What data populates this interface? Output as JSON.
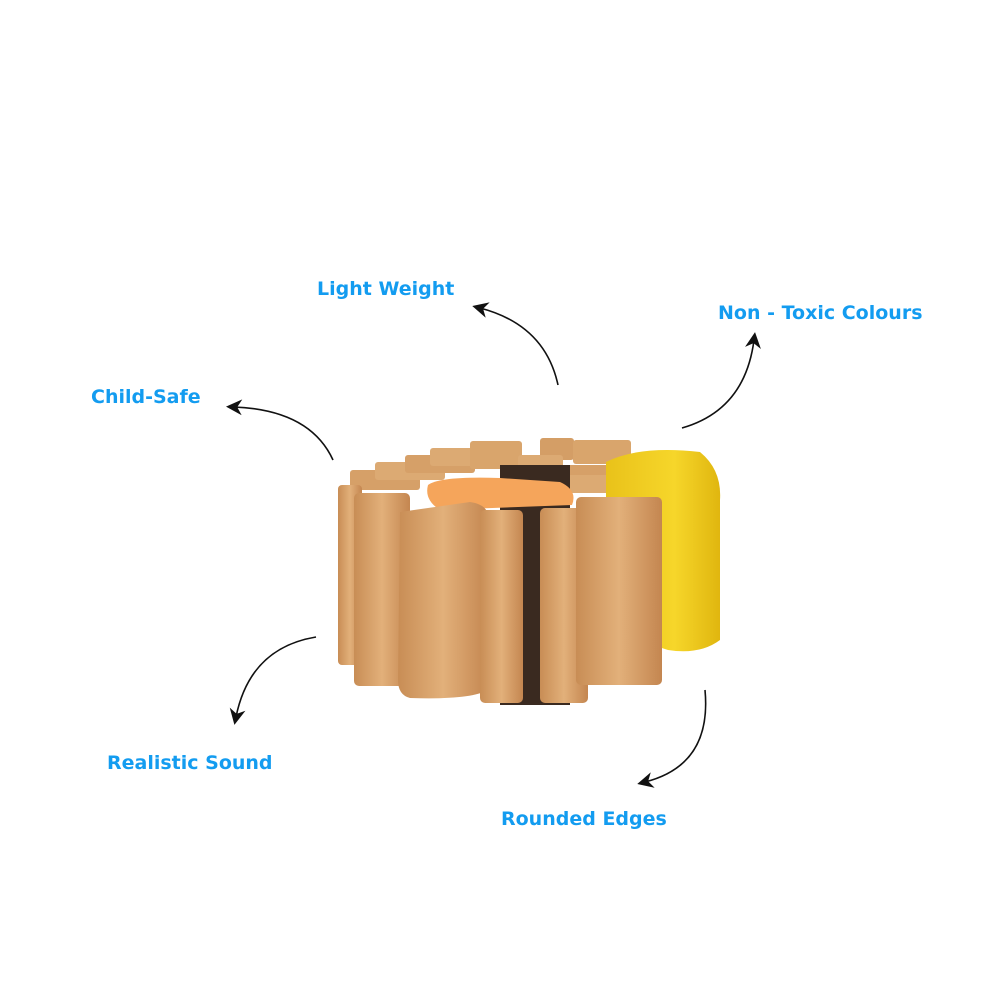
{
  "colors": {
    "label": "#139cf0",
    "arrow": "#111111",
    "wood": "#d9a56c",
    "wood_dark": "#b57d45",
    "yellow": "#f2cf1f",
    "orange": "#f5a55b"
  },
  "features": [
    {
      "id": "light-weight",
      "label": "Light Weight"
    },
    {
      "id": "non-toxic",
      "label": "Non - Toxic Colours"
    },
    {
      "id": "child-safe",
      "label": "Child-Safe"
    },
    {
      "id": "realistic-sound",
      "label": "Realistic Sound"
    },
    {
      "id": "rounded-edges",
      "label": "Rounded Edges"
    }
  ]
}
